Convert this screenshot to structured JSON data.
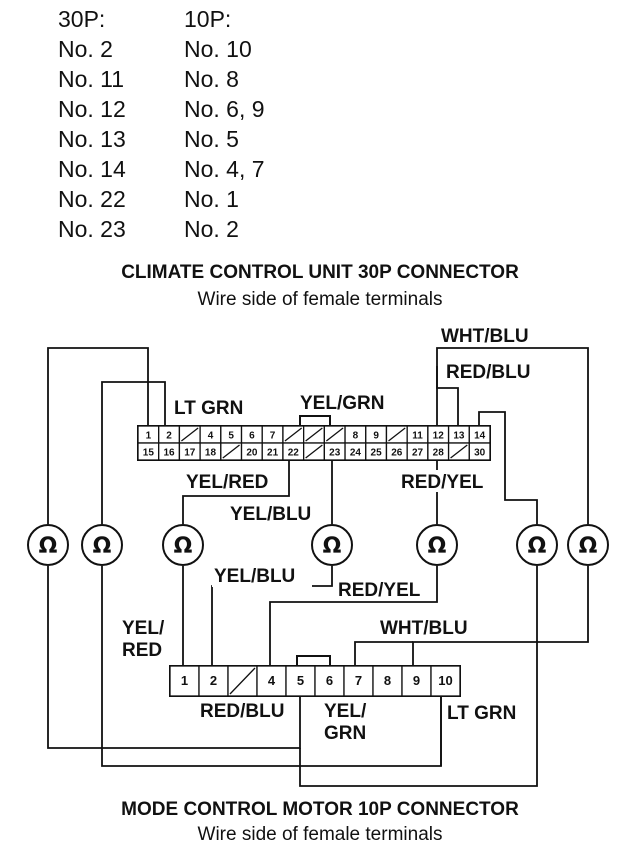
{
  "pin_table": {
    "headers": [
      "30P:",
      "10P:"
    ],
    "rows": [
      [
        "No. 2",
        "No. 10"
      ],
      [
        "No. 11",
        "No. 8"
      ],
      [
        "No. 12",
        "No. 6, 9"
      ],
      [
        "No. 13",
        "No. 5"
      ],
      [
        "No. 14",
        "No. 4, 7"
      ],
      [
        "No. 22",
        "No. 1"
      ],
      [
        "No. 23",
        "No. 2"
      ]
    ]
  },
  "connector_30p": {
    "title": "CLIMATE CONTROL UNIT 30P CONNECTOR",
    "subtitle": "Wire side of female terminals",
    "top_row": [
      "1",
      "2",
      "",
      "4",
      "5",
      "6",
      "7",
      "",
      "",
      "",
      "8",
      "9",
      "",
      "11",
      "12",
      "13",
      "14"
    ],
    "bottom_row": [
      "15",
      "16",
      "17",
      "18",
      "",
      "20",
      "21",
      "22",
      "",
      "23",
      "24",
      "25",
      "26",
      "27",
      "28",
      "",
      "30"
    ]
  },
  "connector_10p": {
    "title": "MODE CONTROL MOTOR 10P CONNECTOR",
    "subtitle": "Wire side of female terminals",
    "pins": [
      "1",
      "2",
      "",
      "4",
      "5",
      "6",
      "7",
      "8",
      "9",
      "10"
    ]
  },
  "wire_labels": {
    "lt_grn_top": "LT GRN",
    "yel_grn_top": "YEL/GRN",
    "wht_blu_top": "WHT/BLU",
    "red_blu_top": "RED/BLU",
    "yel_red_mid": "YEL/RED",
    "yel_blu_mid": "YEL/BLU",
    "red_yel_mid": "RED/YEL",
    "yel_blu_low": "YEL/BLU",
    "red_yel_low": "RED/YEL",
    "wht_blu_low": "WHT/BLU",
    "yel_red_left_1": "YEL/",
    "yel_red_left_2": "RED",
    "red_blu_bottom": "RED/BLU",
    "yel_grn_bottom_1": "YEL/",
    "yel_grn_bottom_2": "GRN",
    "lt_grn_bottom": "LT GRN"
  },
  "ohm_symbol": "Ω"
}
